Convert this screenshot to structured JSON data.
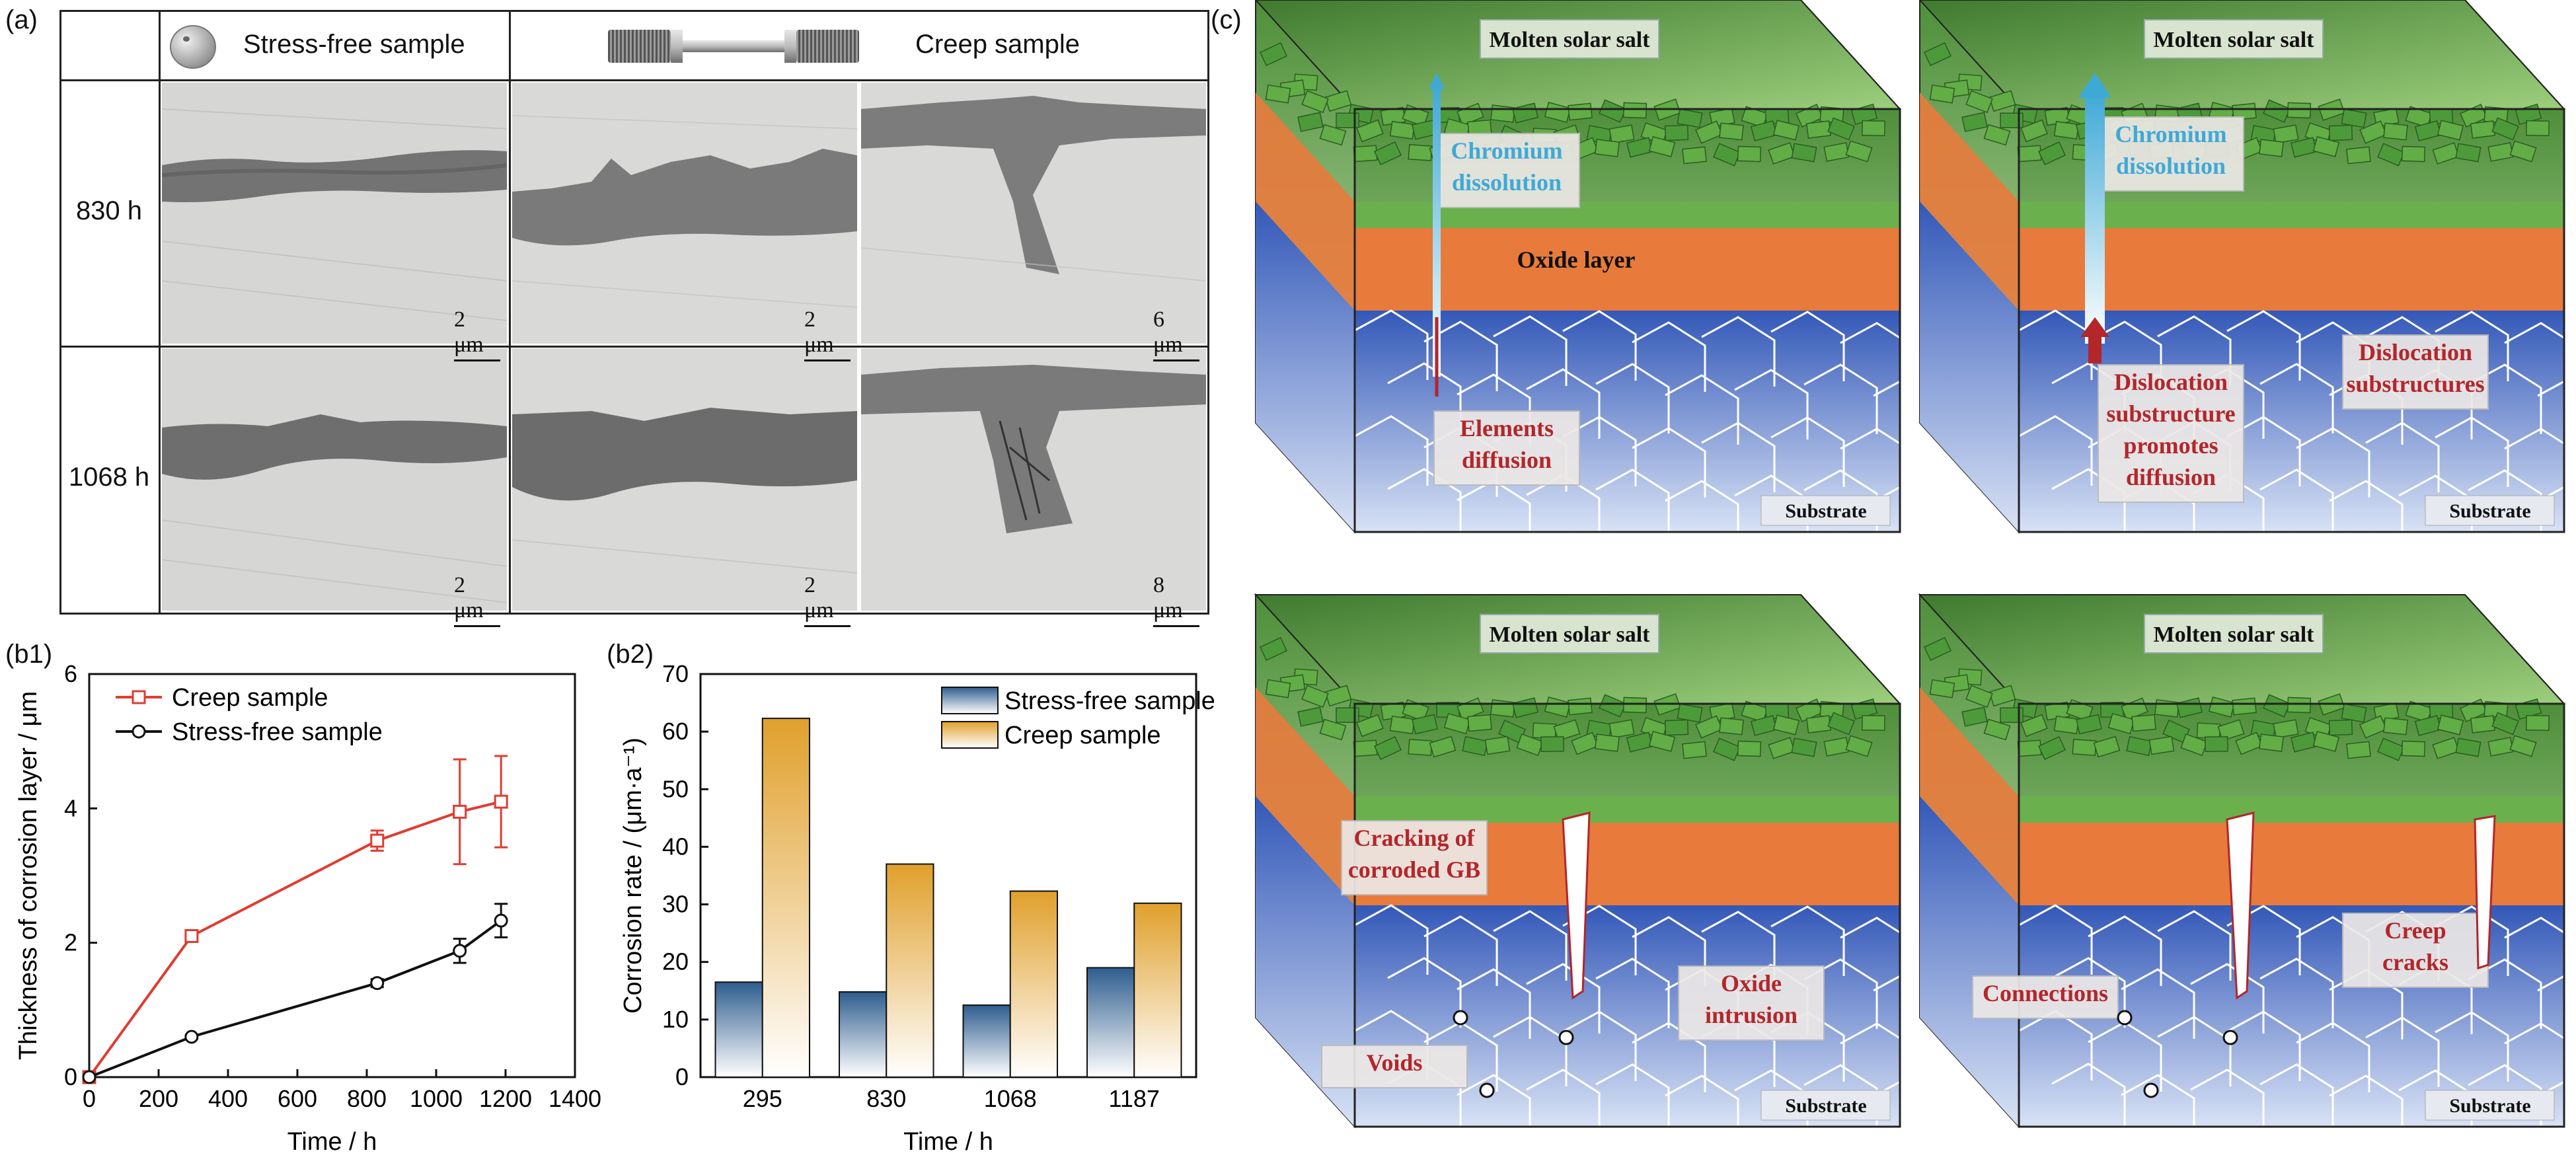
{
  "panel_a": {
    "label": "(a)",
    "col_headers": [
      "Stress-free sample",
      "Creep sample"
    ],
    "row_labels": [
      "830 h",
      "1068 h"
    ],
    "scale_bars": [
      [
        "2 μm",
        "2 μm",
        "6 μm"
      ],
      [
        "2 μm",
        "2 μm",
        "8 μm"
      ]
    ]
  },
  "panel_b1": {
    "label": "(b1)"
  },
  "panel_b2": {
    "label": "(b2)"
  },
  "panel_c": {
    "label": "(c)",
    "blocks": [
      {
        "salt": "Molten solar salt",
        "substrate": "Substrate",
        "oxide": "Oxide layer",
        "labels": [
          {
            "lines": [
              "Chromium",
              "dissolution"
            ],
            "color": "#3fa9d6"
          },
          {
            "lines": [
              "Elements",
              "diffusion"
            ],
            "color": "#b3262a"
          }
        ]
      },
      {
        "salt": "Molten solar salt",
        "substrate": "Substrate",
        "labels": [
          {
            "lines": [
              "Chromium",
              "dissolution"
            ],
            "color": "#3fa9d6"
          },
          {
            "lines": [
              "Dislocation",
              "substructure",
              "promotes",
              "diffusion"
            ],
            "color": "#b3262a"
          },
          {
            "lines": [
              "Dislocation",
              "substructures"
            ],
            "color": "#b3262a"
          }
        ]
      },
      {
        "salt": "Molten solar salt",
        "substrate": "Substrate",
        "labels": [
          {
            "lines": [
              "Cracking of",
              "corroded GB"
            ],
            "color": "#b3262a"
          },
          {
            "lines": [
              "Oxide",
              "intrusion"
            ],
            "color": "#b3262a"
          },
          {
            "lines": [
              "Voids"
            ],
            "color": "#b3262a"
          }
        ]
      },
      {
        "salt": "Molten solar salt",
        "substrate": "Substrate",
        "labels": [
          {
            "lines": [
              "Creep",
              "cracks"
            ],
            "color": "#b3262a"
          },
          {
            "lines": [
              "Connections"
            ],
            "color": "#b3262a"
          }
        ]
      }
    ]
  },
  "chart_data": [
    {
      "type": "line",
      "xlabel": "Time / h",
      "ylabel": "Thickness of corrosion layer / μm",
      "xlim": [
        0,
        1400
      ],
      "ylim": [
        0,
        6
      ],
      "xticks": [
        0,
        200,
        400,
        600,
        800,
        1000,
        1200,
        1400
      ],
      "yticks": [
        0,
        2,
        4,
        6
      ],
      "legend_position": "top-left",
      "series": [
        {
          "name": "Creep sample",
          "color": "#e03c31",
          "marker": "square",
          "x": [
            0,
            295,
            830,
            1068,
            1187
          ],
          "y": [
            0,
            2.1,
            3.52,
            3.95,
            4.1
          ],
          "err": [
            0,
            0.05,
            0.15,
            0.78,
            0.68
          ]
        },
        {
          "name": "Stress-free sample",
          "color": "#111111",
          "marker": "circle",
          "x": [
            0,
            295,
            830,
            1068,
            1187
          ],
          "y": [
            0,
            0.6,
            1.4,
            1.88,
            2.33
          ],
          "err": [
            0,
            0.03,
            0.06,
            0.18,
            0.25
          ]
        }
      ]
    },
    {
      "type": "bar",
      "xlabel": "Time / h",
      "ylabel": "Corrosion rate / (μm·a⁻¹)",
      "categories": [
        "295",
        "830",
        "1068",
        "1187"
      ],
      "ylim": [
        0,
        70
      ],
      "yticks": [
        0,
        10,
        20,
        30,
        40,
        50,
        60,
        70
      ],
      "legend_position": "top-right",
      "series": [
        {
          "name": "Stress-free sample",
          "color": "#2e5d8e",
          "values": [
            16.5,
            14.8,
            12.5,
            19.0
          ]
        },
        {
          "name": "Creep sample",
          "color": "#e0a02c",
          "values": [
            62.3,
            37.0,
            32.3,
            30.2
          ]
        }
      ]
    }
  ]
}
